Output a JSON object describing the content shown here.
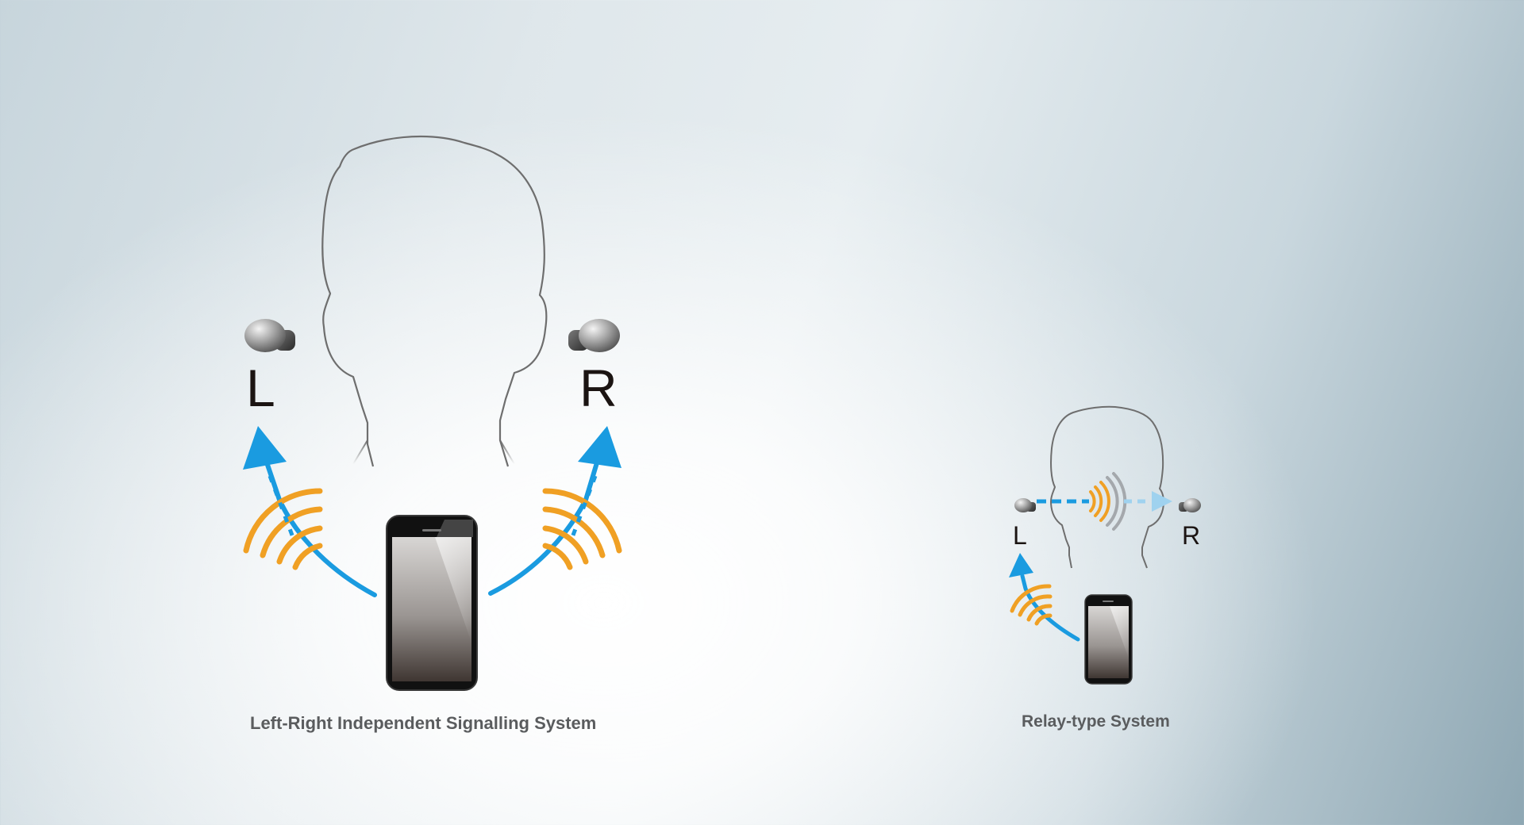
{
  "colors": {
    "signal_arrow": "#1a9be0",
    "signal_arrow_light": "#9fd2ef",
    "wave_orange": "#f0a024",
    "wave_gray": "#a4a8ac",
    "outline": "#6e6e6e",
    "caption_text": "#5a5c5e",
    "label_text": "#1b1412"
  },
  "diagrams": [
    {
      "id": "independent",
      "caption": "Left-Right Independent Signalling System",
      "labels": {
        "left": "L",
        "right": "R"
      },
      "icons": [
        "head-outline-icon",
        "earbud-left-icon",
        "earbud-right-icon",
        "smartphone-icon",
        "wireless-wave-left-icon",
        "wireless-wave-right-icon",
        "arrow-to-left-icon",
        "arrow-to-right-icon"
      ]
    },
    {
      "id": "relay",
      "caption": "Relay-type System",
      "labels": {
        "left": "L",
        "right": "R"
      },
      "icons": [
        "head-outline-icon",
        "earbud-left-icon",
        "earbud-right-icon",
        "smartphone-icon",
        "wireless-wave-icon",
        "arrow-to-left-icon",
        "relay-dashed-arrow-icon",
        "relay-wave-icon"
      ]
    }
  ]
}
